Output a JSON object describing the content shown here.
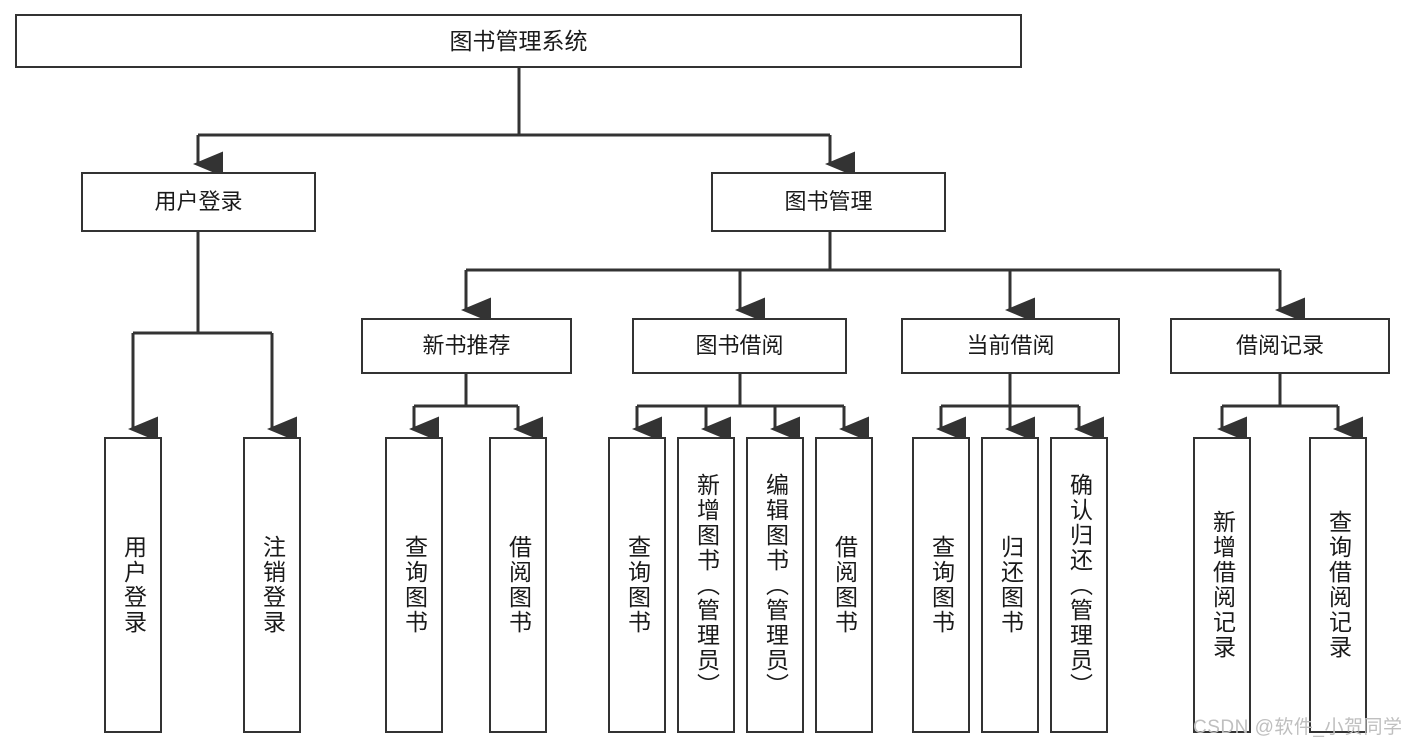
{
  "diagram": {
    "title": "图书管理系统",
    "type": "hierarchy-tree",
    "line_color": "#333333",
    "box_fill": "#ffffff",
    "text_color": "#1a1a1a",
    "levels": {
      "root": {
        "label": "图书管理系统"
      },
      "level2": [
        {
          "label": "用户登录"
        },
        {
          "label": "图书管理"
        }
      ],
      "level3": [
        {
          "label": "新书推荐"
        },
        {
          "label": "图书借阅"
        },
        {
          "label": "当前借阅"
        },
        {
          "label": "借阅记录"
        }
      ],
      "leaves": {
        "user_login": [
          {
            "label": "用户登录"
          },
          {
            "label": "注销登录"
          }
        ],
        "new_book_recommend": [
          {
            "label": "查询图书"
          },
          {
            "label": "借阅图书"
          }
        ],
        "book_borrow": [
          {
            "label": "查询图书"
          },
          {
            "label": "新增图书（管理员）"
          },
          {
            "label": "编辑图书（管理员）"
          },
          {
            "label": "借阅图书"
          }
        ],
        "current_borrow": [
          {
            "label": "查询图书"
          },
          {
            "label": "归还图书"
          },
          {
            "label": "确认归还（管理员）"
          }
        ],
        "borrow_record": [
          {
            "label": "新增借阅记录"
          },
          {
            "label": "查询借阅记录"
          }
        ]
      }
    }
  },
  "watermark": {
    "text": "CSDN @软件_小贺同学",
    "color": "#bfbfbf"
  }
}
